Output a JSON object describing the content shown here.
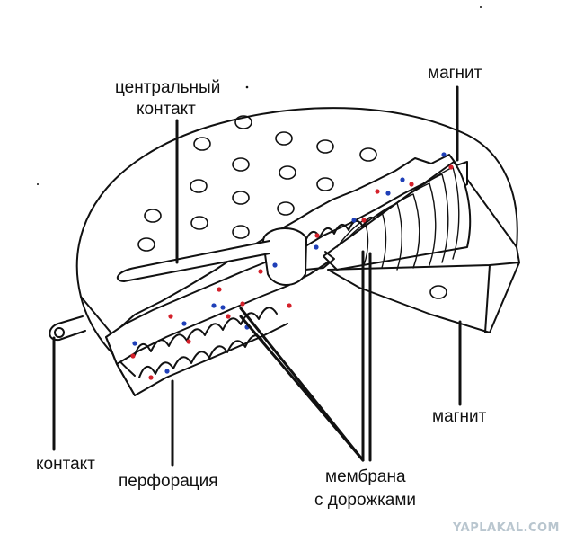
{
  "labels": {
    "central_contact_1": "центральный",
    "central_contact_2": "контакт",
    "magnet_top": "магнит",
    "magnet_right": "магнит",
    "contact": "контакт",
    "perforation": "перфорация",
    "membrane_1": "мембрана",
    "membrane_2": "с дорожками"
  },
  "watermark": "YAPLAKAL.COM",
  "colors": {
    "ink": "#111111",
    "dot_red": "#d4202a",
    "dot_blue": "#1f3fb8",
    "watermark": "#b9c6cf"
  }
}
